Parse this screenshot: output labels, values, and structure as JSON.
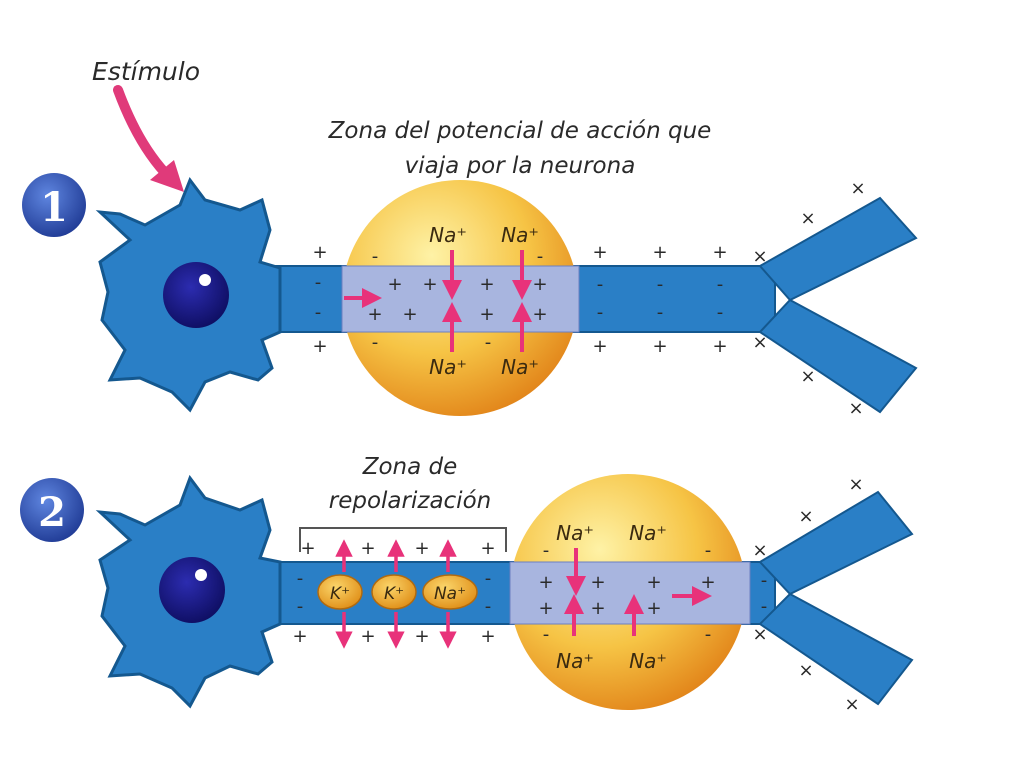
{
  "labels": {
    "stimulus": "Estímulo",
    "action_zone_line1": "Zona del potencial de acción que",
    "action_zone_line2": "viaja por la neurona",
    "repol_line1": "Zona de",
    "repol_line2": "repolarización"
  },
  "steps": [
    "1",
    "2"
  ],
  "ions": {
    "na": "Na⁺",
    "k": "K⁺"
  },
  "signs": {
    "plus": "+",
    "minus": "-",
    "cross": "×"
  },
  "colors": {
    "neuron": "#2a7fc6",
    "neuron_outline": "#14588f",
    "nucleus": "#1a1a8a",
    "zone_light": "#fde98a",
    "zone_dark": "#e58a1c",
    "band": "#a8b5df",
    "arrow": "#e8327a",
    "badge": "#2a4aa8",
    "k_ion": "#f0a62a"
  }
}
